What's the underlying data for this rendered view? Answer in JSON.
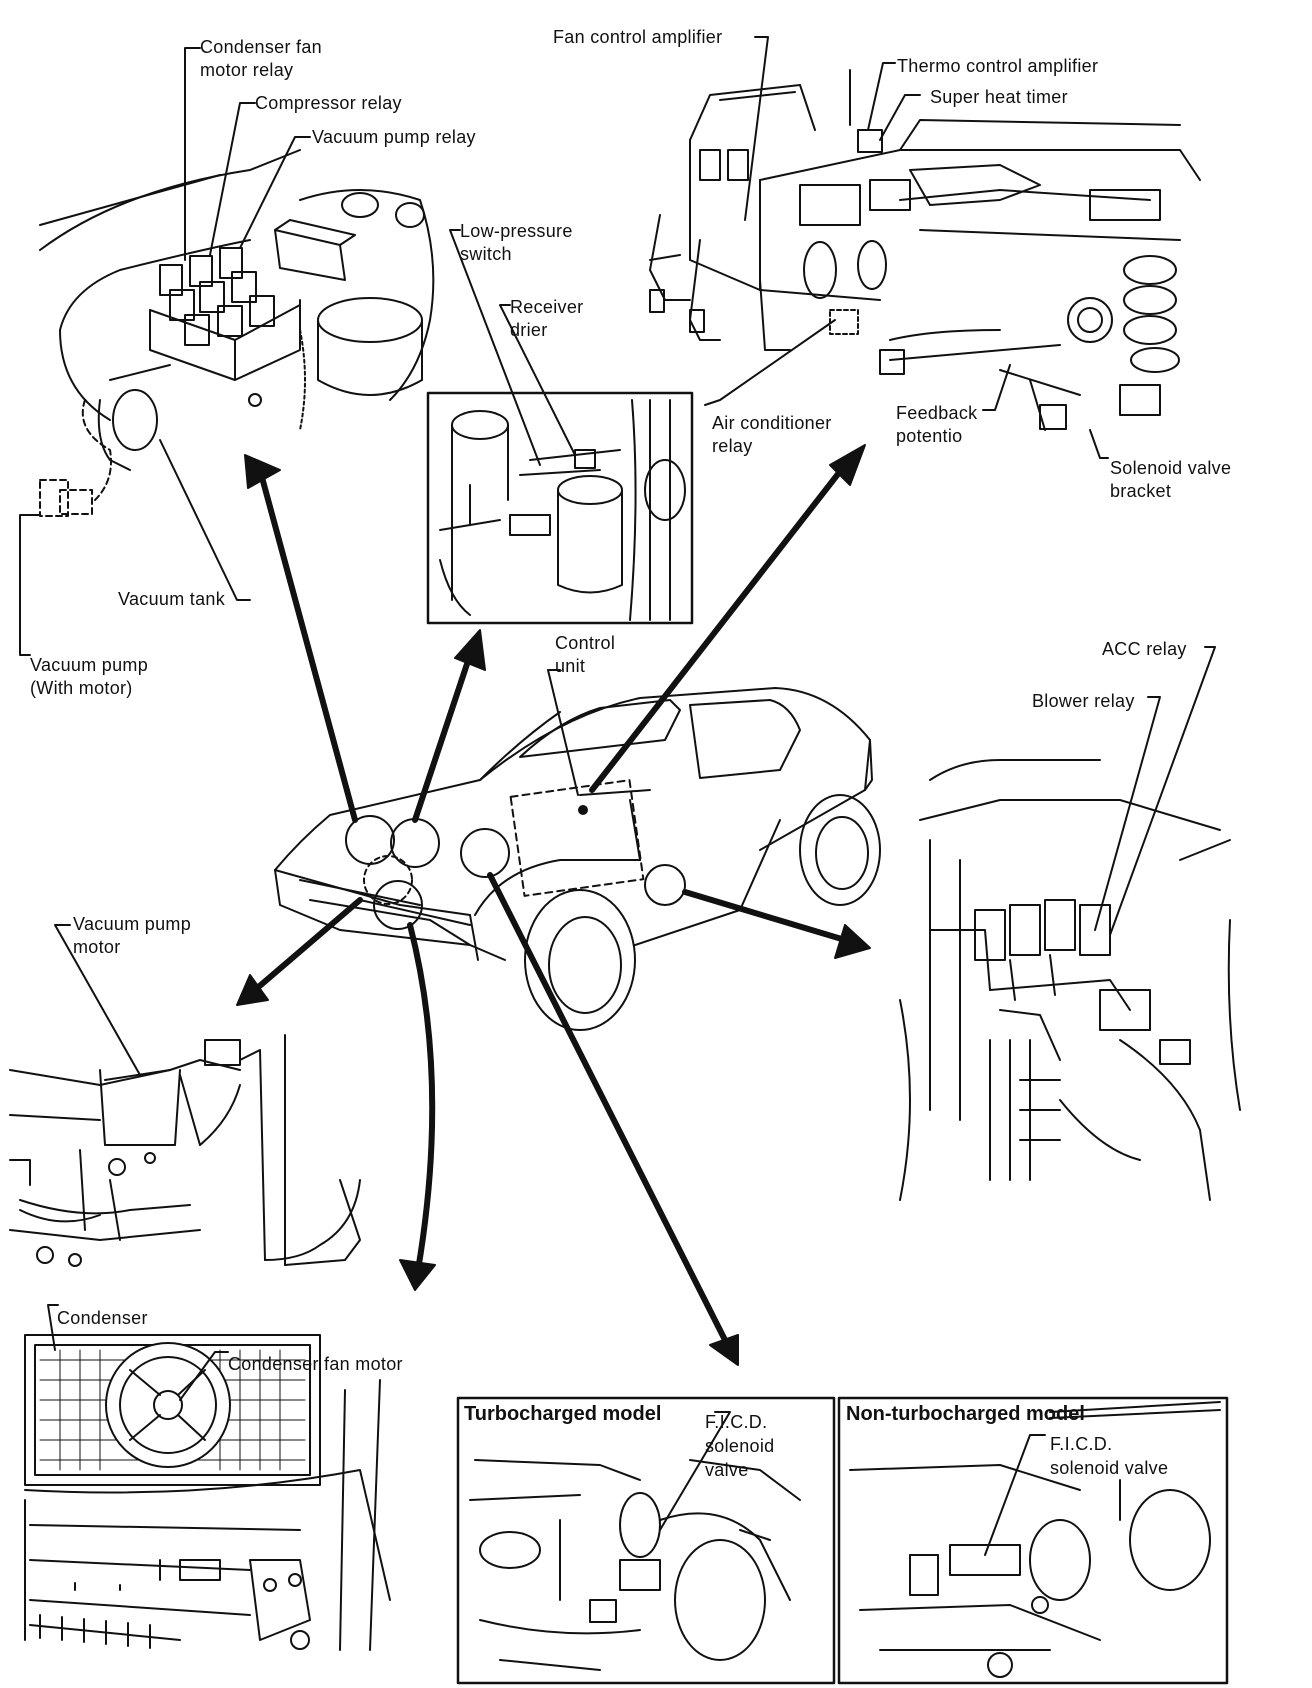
{
  "top_left": {
    "condenser_fan_motor_relay": "Condenser fan\nmotor relay",
    "compressor_relay": "Compressor relay",
    "vacuum_pump_relay": "Vacuum pump relay",
    "vacuum_tank": "Vacuum tank",
    "vacuum_pump_with_motor": "Vacuum pump\n(With motor)"
  },
  "top_center": {
    "low_pressure_switch": "Low-pressure\nswitch",
    "receiver_drier": "Receiver\ndrier"
  },
  "top_right": {
    "fan_control_amplifier": "Fan control amplifier",
    "thermo_control_amplifier": "Thermo control amplifier",
    "super_heat_timer": "Super heat timer",
    "air_conditioner_relay": "Air conditioner\nrelay",
    "feedback_potentio": "Feedback\npotentio",
    "solenoid_valve_bracket": "Solenoid valve\nbracket"
  },
  "center": {
    "control_unit": "Control\nunit"
  },
  "right": {
    "acc_relay": "ACC relay",
    "blower_relay": "Blower relay"
  },
  "left": {
    "vacuum_pump_motor": "Vacuum pump\nmotor"
  },
  "bottom_left": {
    "condenser": "Condenser",
    "condenser_fan_motor": "Condenser fan motor"
  },
  "turbo_panel": {
    "title": "Turbocharged model",
    "ficd_solenoid_valve": "F.I.C.D.\nsolenoid\nvalve"
  },
  "non_turbo_panel": {
    "title": "Non-turbocharged model",
    "ficd_solenoid_valve": "F.I.C.D.\nsolenoid valve"
  }
}
